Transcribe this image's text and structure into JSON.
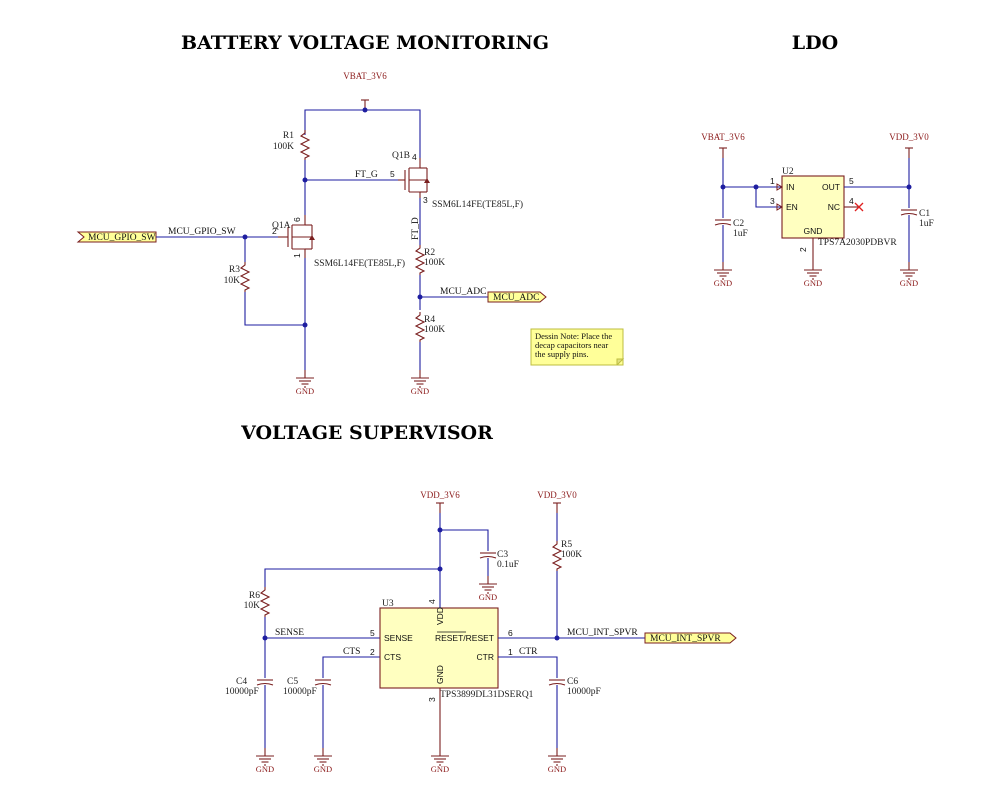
{
  "titles": {
    "battery": "BATTERY VOLTAGE MONITORING",
    "ldo": "LDO",
    "supervisor": "VOLTAGE SUPERVISOR"
  },
  "power": {
    "vbat_monitor": "VBAT_3V6",
    "vbat_ldo": "VBAT_3V6",
    "vdd_3v0_ldo": "VDD_3V0",
    "vdd_3v6_sup": "VDD_3V6",
    "vdd_3v0_sup": "VDD_3V0"
  },
  "gnd_label": "GND",
  "components": {
    "r1": {
      "ref": "R1",
      "value": "100K"
    },
    "r2": {
      "ref": "R2",
      "value": "100K"
    },
    "r3": {
      "ref": "R3",
      "value": "10K"
    },
    "r4": {
      "ref": "R4",
      "value": "100K"
    },
    "r5": {
      "ref": "R5",
      "value": "100K"
    },
    "r6": {
      "ref": "R6",
      "value": "10K"
    },
    "c1": {
      "ref": "C1",
      "value": "1uF"
    },
    "c2": {
      "ref": "C2",
      "value": "1uF"
    },
    "c3": {
      "ref": "C3",
      "value": "0.1uF"
    },
    "c4": {
      "ref": "C4",
      "value": "10000pF"
    },
    "c5": {
      "ref": "C5",
      "value": "10000pF"
    },
    "c6": {
      "ref": "C6",
      "value": "10000pF"
    },
    "q1a": {
      "ref": "Q1A",
      "part": "SSM6L14FE(TE85L,F)",
      "pin_gate": "2",
      "pin_drain": "6",
      "pin_source": "1"
    },
    "q1b": {
      "ref": "Q1B",
      "part": "SSM6L14FE(TE85L,F)",
      "pin_gate": "5",
      "pin_source": "4",
      "pin_drain": "3"
    },
    "u2": {
      "ref": "U2",
      "part": "TPS7A2030PDBVR",
      "pins": {
        "in": "IN",
        "en": "EN",
        "out": "OUT",
        "nc": "NC",
        "gnd": "GND"
      },
      "pin_numbers": {
        "in": "1",
        "en": "3",
        "out": "5",
        "nc": "4",
        "gnd": "2"
      }
    },
    "u3": {
      "ref": "U3",
      "part": "TPS3899DL31DSERQ1",
      "pins": {
        "sense": "SENSE",
        "cts": "CTS",
        "vdd": "VDD",
        "reset": "RESET/RESET",
        "ctr": "CTR",
        "gnd": "GND"
      },
      "pin_numbers": {
        "sense": "5",
        "cts": "2",
        "vdd": "4",
        "reset": "6",
        "ctr": "1",
        "gnd": "3"
      }
    }
  },
  "nets": {
    "mcu_gpio_sw": "MCU_GPIO_SW",
    "ft_g": "FT_G",
    "ft_d": "FT_D",
    "mcu_adc": "MCU_ADC",
    "sense": "SENSE",
    "cts": "CTS",
    "ctr": "CTR",
    "mcu_int_spvr": "MCU_INT_SPVR"
  },
  "ports": {
    "mcu_gpio_sw": "MCU_GPIO_SW",
    "mcu_adc": "MCU_ADC",
    "mcu_int_spvr": "MCU_INT_SPVR"
  },
  "note": {
    "lines": [
      "Dessin Note: Place the",
      "decap capacitors near",
      "the supply pins."
    ]
  },
  "colors": {
    "wire": "#1e1ea0",
    "component": "#7a1f1f",
    "chip_fill": "#ffffc0",
    "port_fill": "#ffff99",
    "power_label": "#8b1a1a"
  }
}
